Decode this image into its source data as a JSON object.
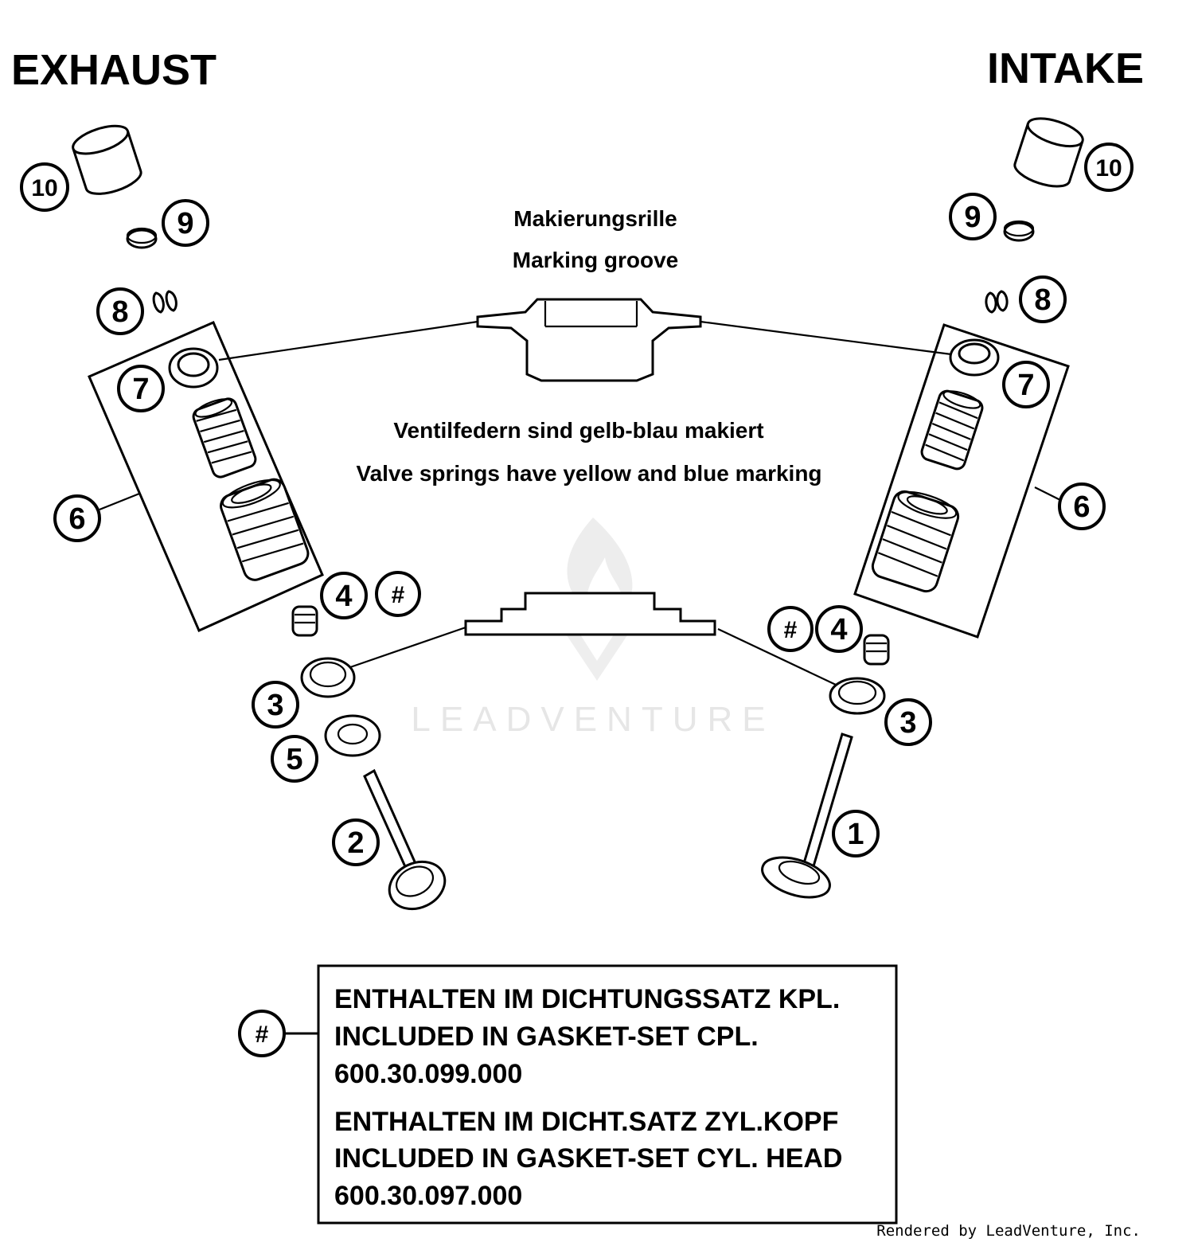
{
  "titles": {
    "exhaust": "EXHAUST",
    "intake": "INTAKE"
  },
  "notes": {
    "groove_de": "Makierungsrille",
    "groove_en": "Marking groove",
    "springs_de": "Ventilfedern sind gelb-blau makiert",
    "springs_en": "Valve springs have yellow and blue marking"
  },
  "callouts": {
    "c1": "1",
    "c2": "2",
    "c3": "3",
    "c4": "4",
    "c5": "5",
    "c6": "6",
    "c7": "7",
    "c8": "8",
    "c9": "9",
    "c10": "10",
    "hash": "#"
  },
  "legend": {
    "line1": "ENTHALTEN IM DICHTUNGSSATZ KPL.",
    "line2": "INCLUDED IN GASKET-SET CPL.",
    "line3": "600.30.099.000",
    "line4": "ENTHALTEN IM DICHT.SATZ ZYL.KOPF",
    "line5": "INCLUDED IN GASKET-SET CYL. HEAD",
    "line6": "600.30.097.000"
  },
  "watermark": "LEADVENTURE",
  "credit": "Rendered by LeadVenture, Inc."
}
